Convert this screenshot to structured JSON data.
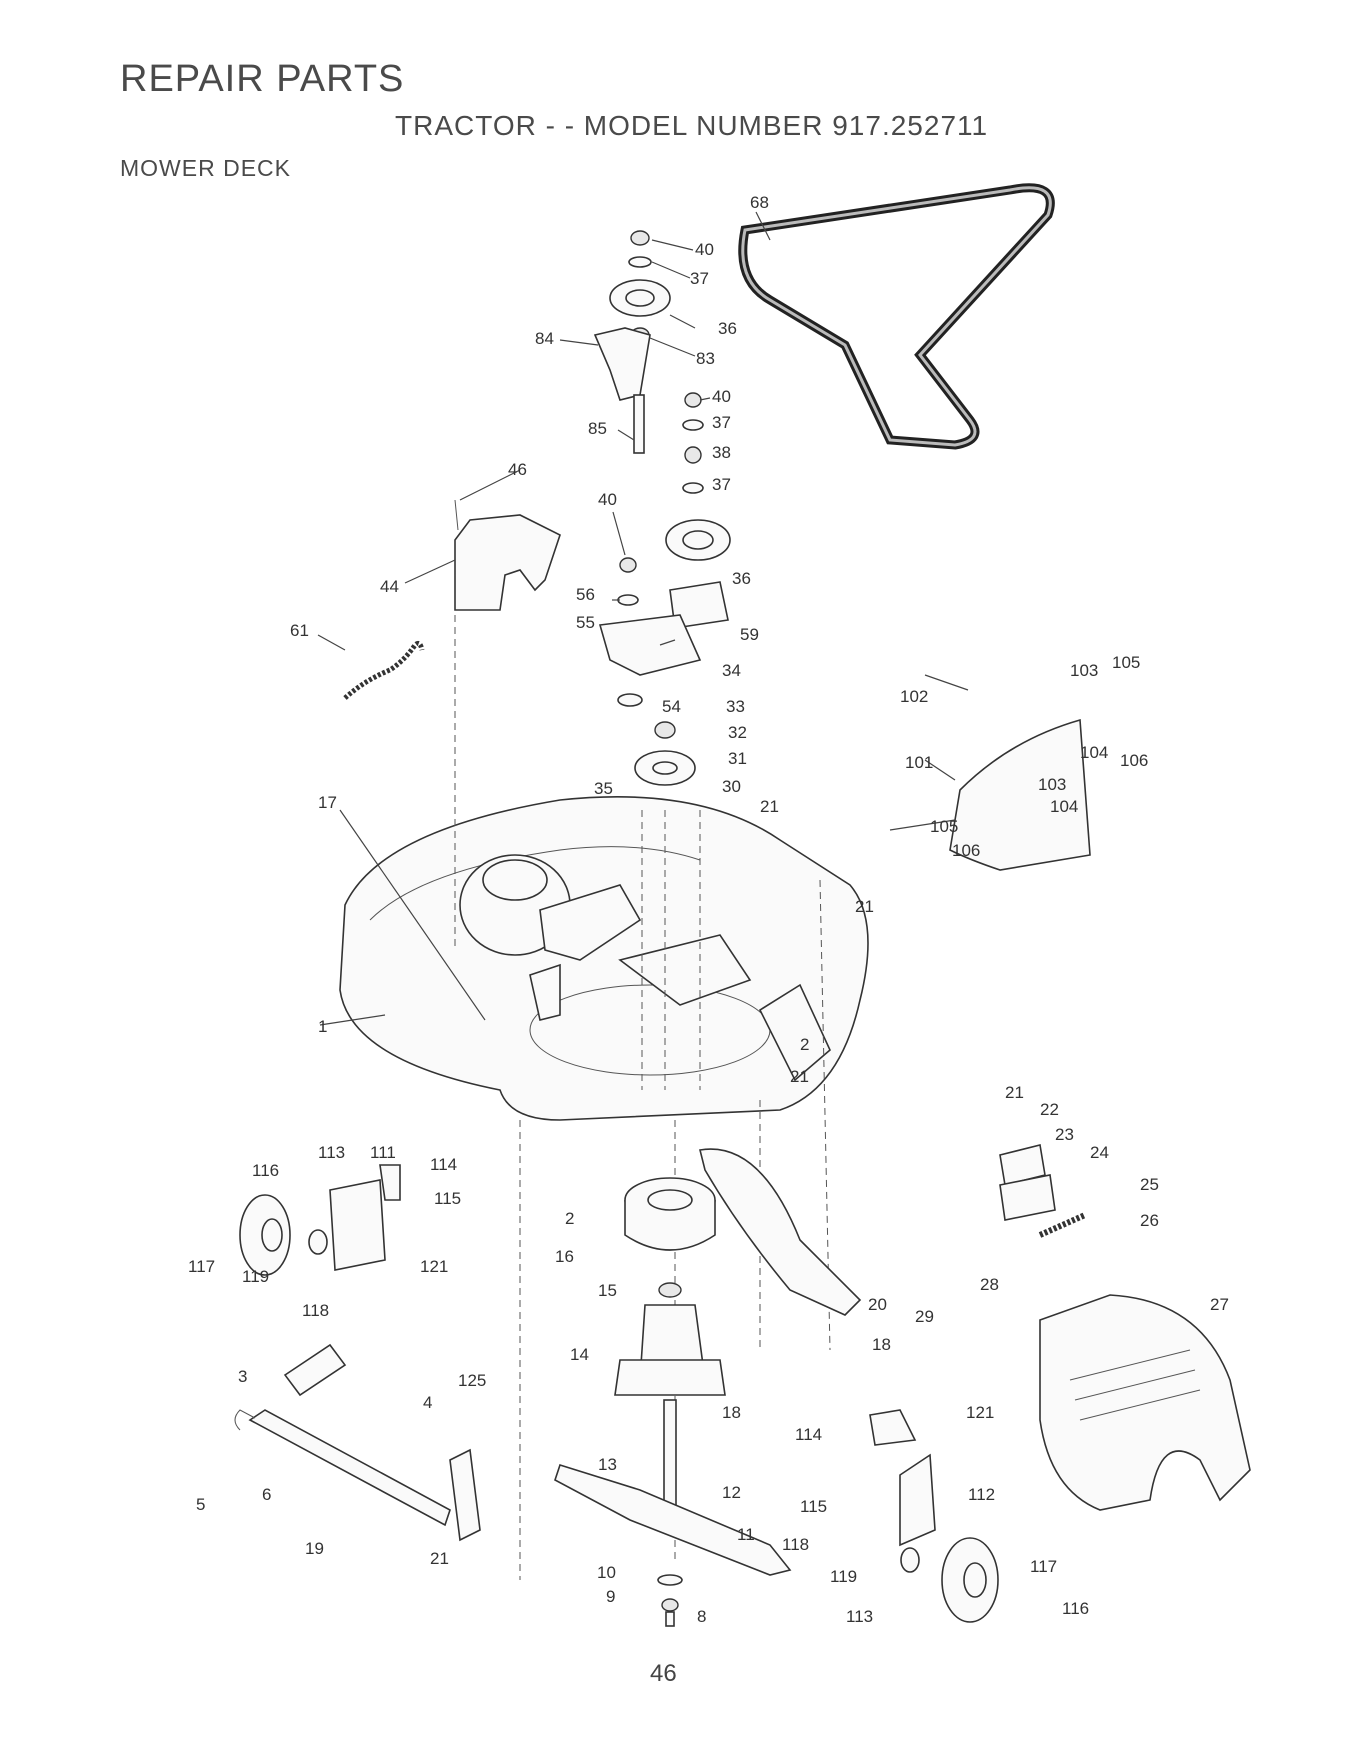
{
  "header": {
    "title": "REPAIR PARTS",
    "model_line": "TRACTOR - - MODEL NUMBER 917.252711",
    "section": "MOWER DECK"
  },
  "page_number": "46",
  "callouts": [
    "68",
    "40",
    "37",
    "36",
    "84",
    "83",
    "40",
    "37",
    "85",
    "38",
    "37",
    "46",
    "40",
    "36",
    "44",
    "56",
    "59",
    "55",
    "61",
    "34",
    "54",
    "33",
    "32",
    "31",
    "30",
    "35",
    "17",
    "21",
    "21",
    "103",
    "105",
    "102",
    "104",
    "106",
    "101",
    "103",
    "104",
    "105",
    "106",
    "1",
    "2",
    "21",
    "21",
    "22",
    "23",
    "24",
    "113",
    "111",
    "114",
    "116",
    "115",
    "25",
    "2",
    "16",
    "26",
    "117",
    "119",
    "121",
    "15",
    "118",
    "20",
    "28",
    "29",
    "27",
    "18",
    "14",
    "125",
    "3",
    "4",
    "18",
    "121",
    "114",
    "13",
    "5",
    "12",
    "6",
    "115",
    "112",
    "11",
    "19",
    "118",
    "21",
    "117",
    "10",
    "119",
    "9",
    "8",
    "116",
    "113"
  ]
}
